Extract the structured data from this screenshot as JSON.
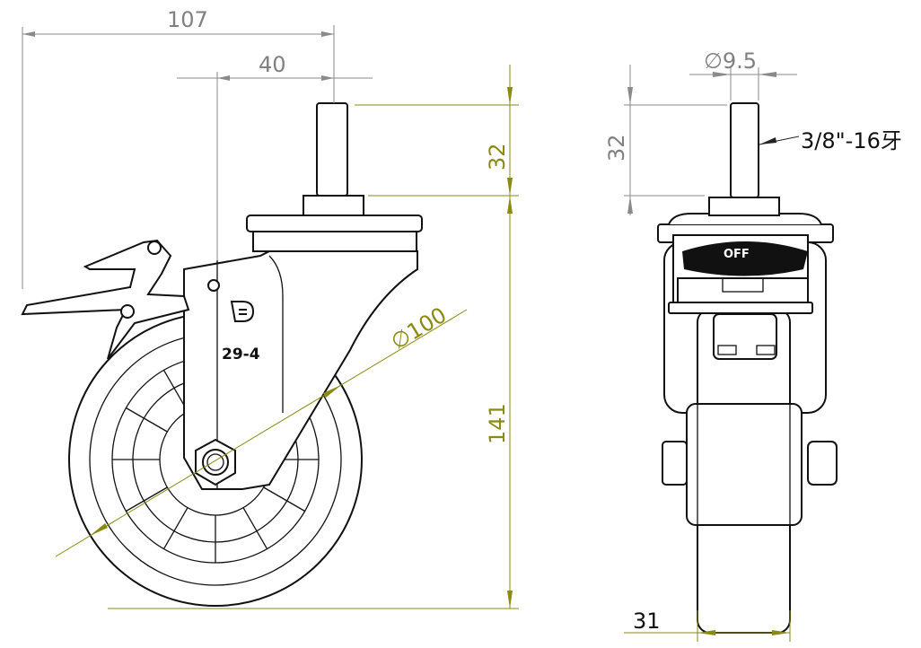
{
  "drawing": {
    "title": "Caster wheel dimension drawing",
    "colors": {
      "dimension_gray": "#808080",
      "dimension_olive": "#8a8a10",
      "outline": "#111111"
    },
    "side_view": {
      "overall_width": "107",
      "offset": "40",
      "stem_length": "32",
      "height": "141",
      "wheel_diameter": "∅100",
      "logo_mark": "D",
      "model_code": "29-4"
    },
    "front_view": {
      "stem_diameter": "∅9.5",
      "stem_length": "32",
      "thread_spec": "3/8\"-16牙",
      "wheel_width": "31",
      "brake_label": "OFF"
    }
  }
}
